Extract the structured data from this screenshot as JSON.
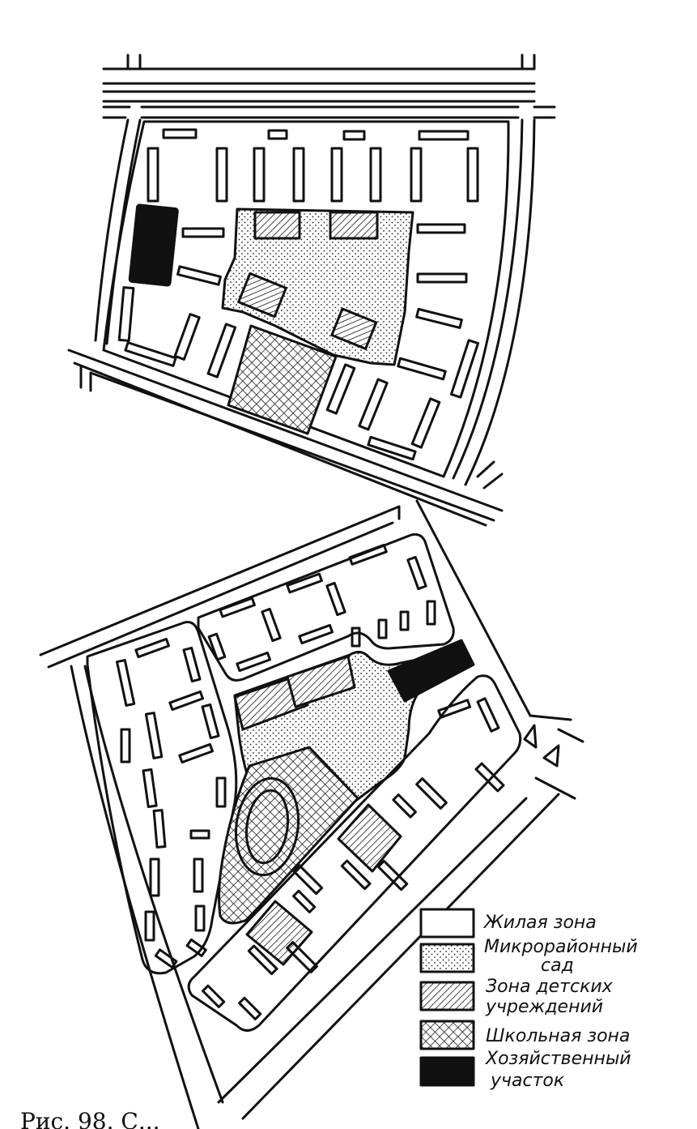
{
  "legend": [
    {
      "key": "residential",
      "label": [
        "Жилая зона"
      ]
    },
    {
      "key": "garden",
      "label": [
        "Микрорайонный",
        "сад"
      ]
    },
    {
      "key": "children",
      "label": [
        "Зона детских",
        "учреждений"
      ]
    },
    {
      "key": "school",
      "label": [
        "Школьная зона"
      ]
    },
    {
      "key": "utility",
      "label": [
        "Хозяйственный",
        "участок"
      ]
    }
  ],
  "caption": "Рис. 98. С..."
}
